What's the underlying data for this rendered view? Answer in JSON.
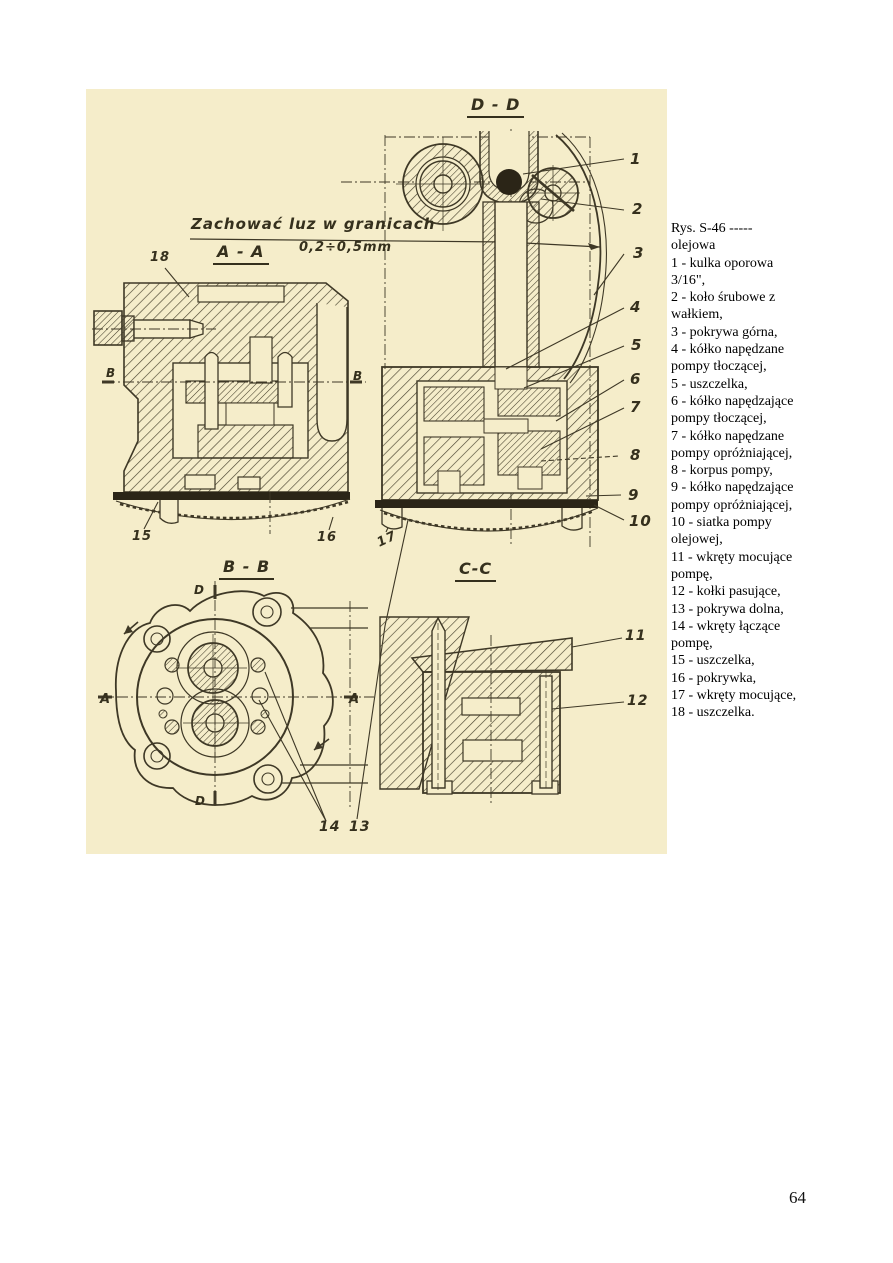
{
  "page": {
    "number": "64"
  },
  "colors": {
    "page_background": "#ffffff",
    "scan_background": "#f5edca",
    "ink": "#3e3826"
  },
  "figure": {
    "caption_reference": "Rys. S-46",
    "legend_lines": [
      "Rys. S-46 -----",
      "olejowa",
      "1 - kulka oporowa",
      "3/16\",",
      "2 - koło śrubowe z",
      "wałkiem,",
      "3 - pokrywa górna,",
      "4 - kółko napędzane",
      "pompy tłoczącej,",
      "5 - uszczelka,",
      "6 - kółko napędzające",
      "pompy tłoczącej,",
      "7 - kółko napędzane",
      "pompy opróżniającej,",
      "8 - korpus pompy,",
      "9 - kółko napędzające",
      "pompy opróżniającej,",
      "10 - siatka pompy",
      "olejowej,",
      "11 - wkręty mocujące",
      "pompę,",
      "12 - kołki pasujące,",
      "13 - pokrywa dolna,",
      "14 - wkręty łączące",
      "pompę,",
      "15 - uszczelka,",
      "16 - pokrywka,",
      "17 - wkręty mocujące,",
      "18 - uszczelka."
    ]
  },
  "drawing": {
    "dd_title": "D - D",
    "aa_title": "A - A",
    "bb_title": "B - B",
    "cc_title": "C-C",
    "note_text": "Zachować luz w granicach",
    "note_value": "0,2÷0,5mm",
    "marker_b_left": "B",
    "marker_b_right": "B",
    "marker_a_left": "A",
    "marker_a_right": "A",
    "marker_d_top": "D",
    "marker_d_bottom": "D",
    "callout_1": "1",
    "callout_2": "2",
    "callout_3": "3",
    "callout_4": "4",
    "callout_5": "5",
    "callout_6": "6",
    "callout_7": "7",
    "callout_8": "8",
    "callout_9": "9",
    "callout_10": "10",
    "callout_11": "11",
    "callout_12": "12",
    "callout_13": "13",
    "callout_14": "14",
    "callout_15": "15",
    "callout_16": "16",
    "callout_17": "17",
    "callout_18": "18"
  }
}
